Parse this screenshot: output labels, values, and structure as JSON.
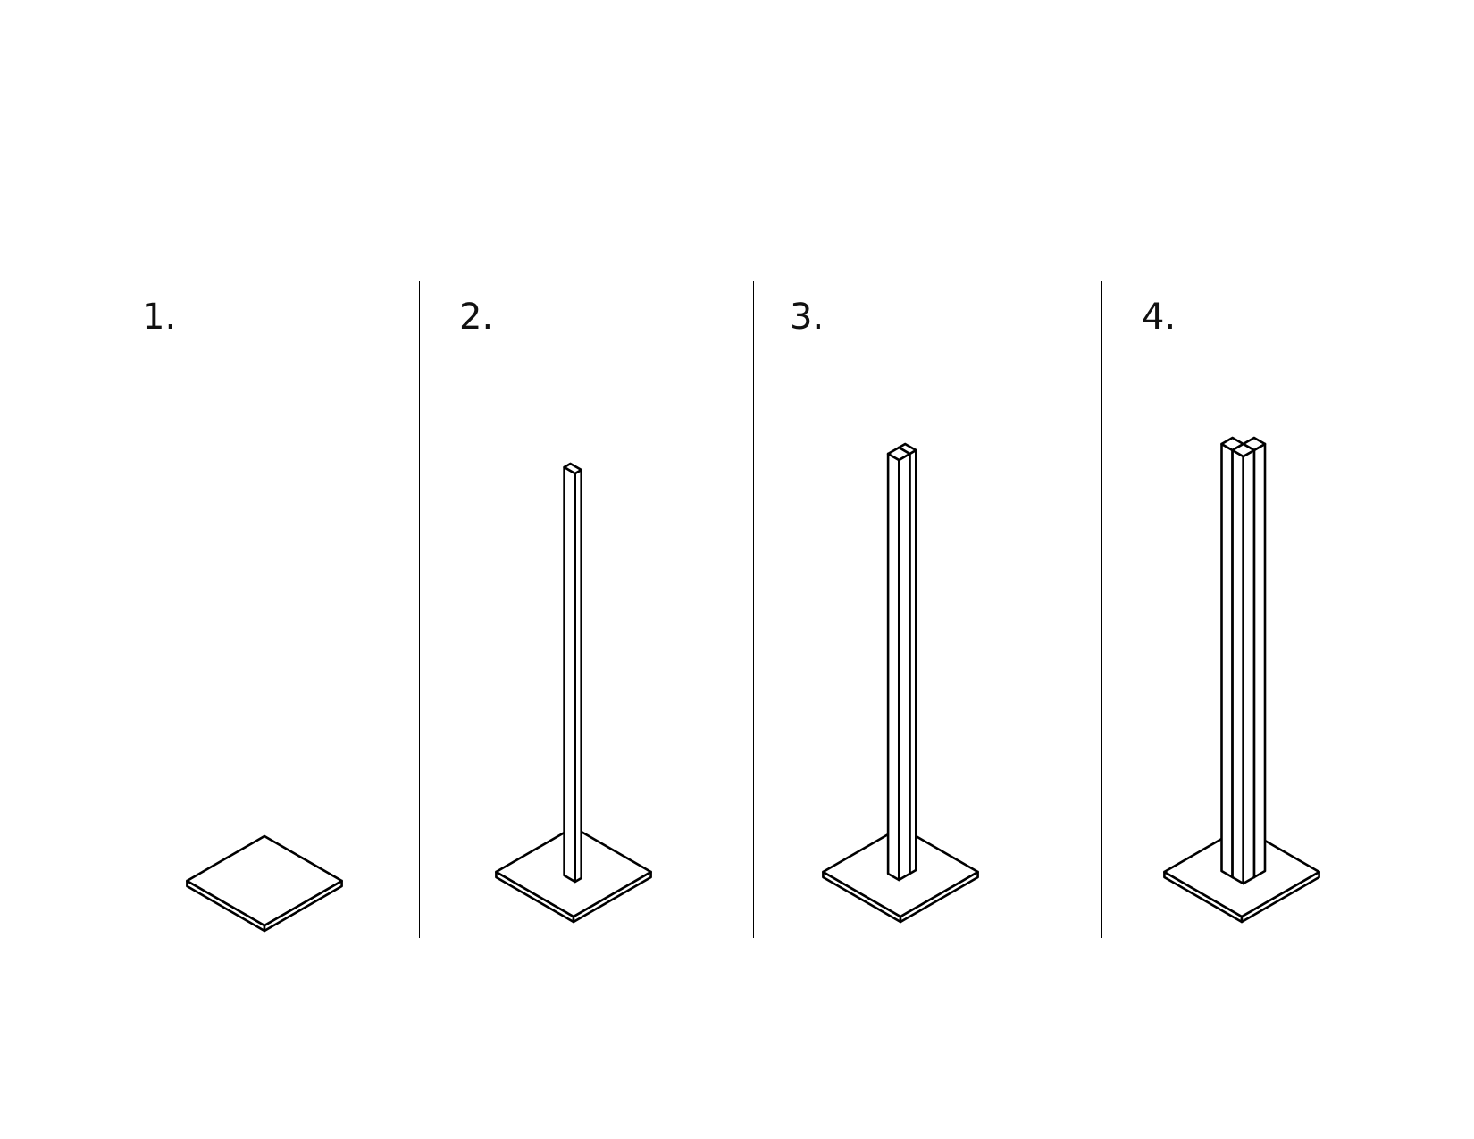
{
  "steps": [
    {
      "label": "1.",
      "drawing": "base-plate"
    },
    {
      "label": "2.",
      "drawing": "base-plate-with-single-post"
    },
    {
      "label": "3.",
      "drawing": "base-plate-with-double-post"
    },
    {
      "label": "4.",
      "drawing": "base-plate-with-triple-post"
    }
  ],
  "colors": {
    "line": "#000000",
    "fill": "#ffffff",
    "background": "#ffffff"
  }
}
